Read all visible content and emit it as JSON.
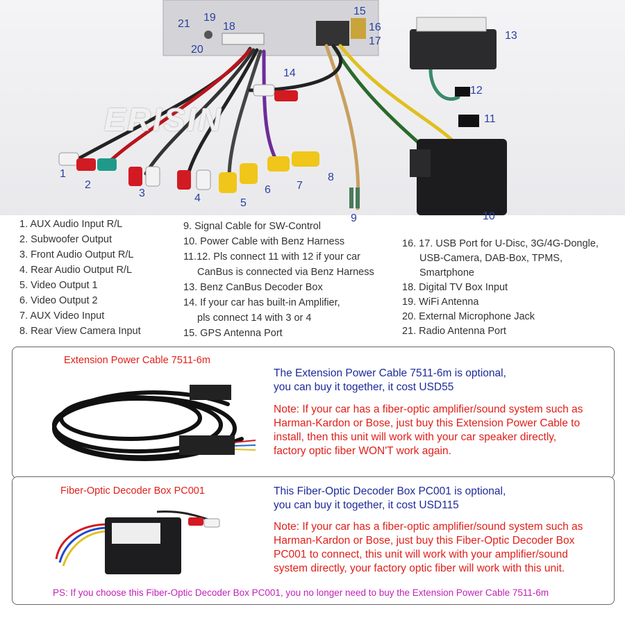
{
  "callouts": [
    "1",
    "2",
    "3",
    "4",
    "5",
    "6",
    "7",
    "8",
    "9",
    "10",
    "11",
    "12",
    "13",
    "14",
    "15",
    "16",
    "17",
    "18",
    "19",
    "20",
    "21"
  ],
  "watermark": "ERISIN",
  "legend": {
    "col1": [
      "1. AUX Audio Input R/L",
      "2. Subwoofer Output",
      "3. Front Audio Output R/L",
      "4. Rear Audio Output R/L",
      "5. Video Output 1",
      "6. Video Output 2",
      "7. AUX Video Input",
      "8. Rear View Camera Input"
    ],
    "col2": [
      "9. Signal Cable for SW-Control",
      "10. Power Cable with Benz Harness",
      "11.12. Pls connect 11 with 12 if your car",
      "CanBus is connected via Benz Harness",
      "13. Benz CanBus Decoder Box",
      "14. If your car has built-in Amplifier,",
      "pls connect 14 with 3 or 4",
      "15. GPS Antenna Port"
    ],
    "col3": [
      "16. 17.  USB Port for U-Disc, 3G/4G-Dongle,",
      "USB-Camera, DAB-Box, TPMS,",
      "Smartphone",
      "18. Digital TV Box Input",
      "19. WiFi Antenna",
      "20. External Microphone Jack",
      "21. Radio Antenna Port"
    ]
  },
  "extension_box": {
    "title": "Extension Power Cable 7511-6m",
    "blue": [
      "The Extension Power Cable 7511-6m is optional,",
      "you can buy it together, it cost USD55"
    ],
    "red": [
      "Note: If your car has a fiber-optic amplifier/sound system such as",
      "Harman-Kardon or Bose, just buy this Extension Power Cable to",
      "install, then this unit will work with your car speaker directly,",
      "factory optic fiber WON'T work again."
    ]
  },
  "fiber_box": {
    "title": "Fiber-Optic Decoder Box  PC001",
    "blue": [
      "This Fiber-Optic Decoder Box  PC001 is optional,",
      "you can buy it together, it cost USD115"
    ],
    "red": [
      "Note: If your car has a fiber-optic amplifier/sound system such as",
      "Harman-Kardon or Bose, just buy this Fiber-Optic Decoder Box",
      "PC001 to connect, this unit will work with your amplifier/sound",
      "system directly, your factory optic fiber will work with this unit."
    ],
    "ps_label": "PS:",
    "ps_text": " If you choose this Fiber-Optic Decoder Box PC001, you no longer need to buy the Extension Power Cable 7511-6m"
  }
}
